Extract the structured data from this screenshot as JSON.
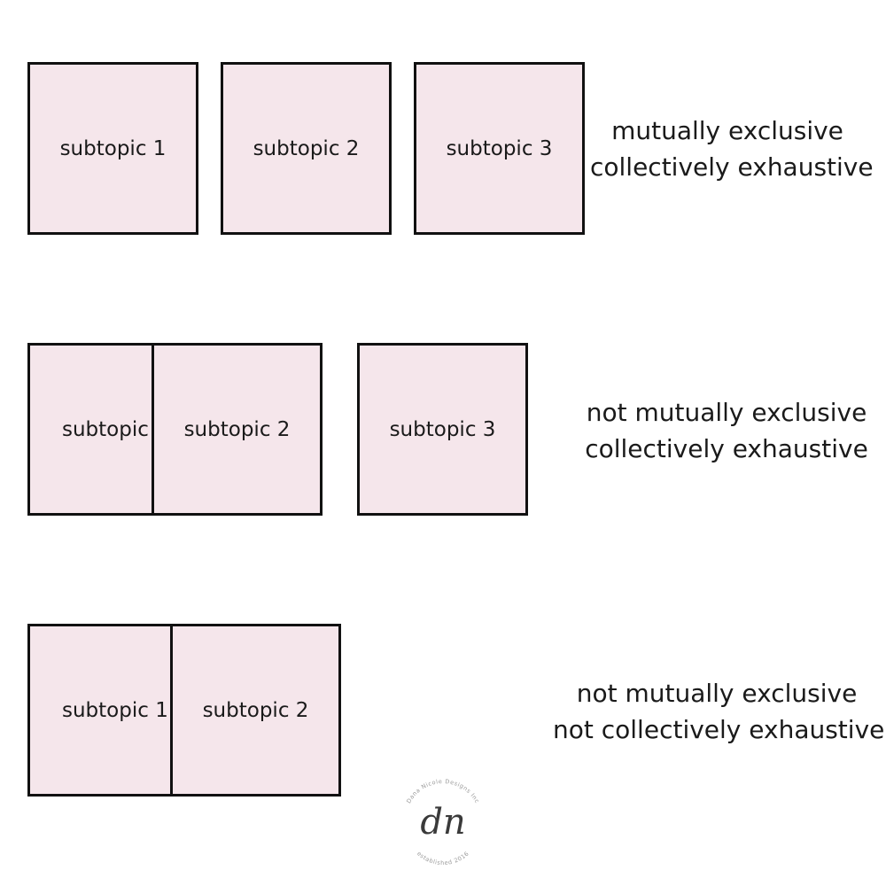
{
  "rows": [
    {
      "boxes": [
        "subtopic 1",
        "subtopic 2",
        "subtopic 3"
      ],
      "caption": [
        "mutually exclusive",
        "collectively exhaustive"
      ]
    },
    {
      "boxes": [
        "subtopic",
        "subtopic 2",
        "subtopic 3"
      ],
      "caption": [
        "not mutually exclusive",
        "collectively exhaustive"
      ]
    },
    {
      "boxes": [
        "subtopic 1",
        "subtopic 2"
      ],
      "caption": [
        "not mutually exclusive",
        "not collectively exhaustive"
      ]
    }
  ],
  "logo": {
    "initials": "dn",
    "top_text": "Dana Nicole Designs Inc",
    "bottom_text": "established 2016"
  },
  "colors": {
    "box_fill": "#f5e6eb",
    "box_border": "#111111",
    "text": "#1a1a1a"
  }
}
